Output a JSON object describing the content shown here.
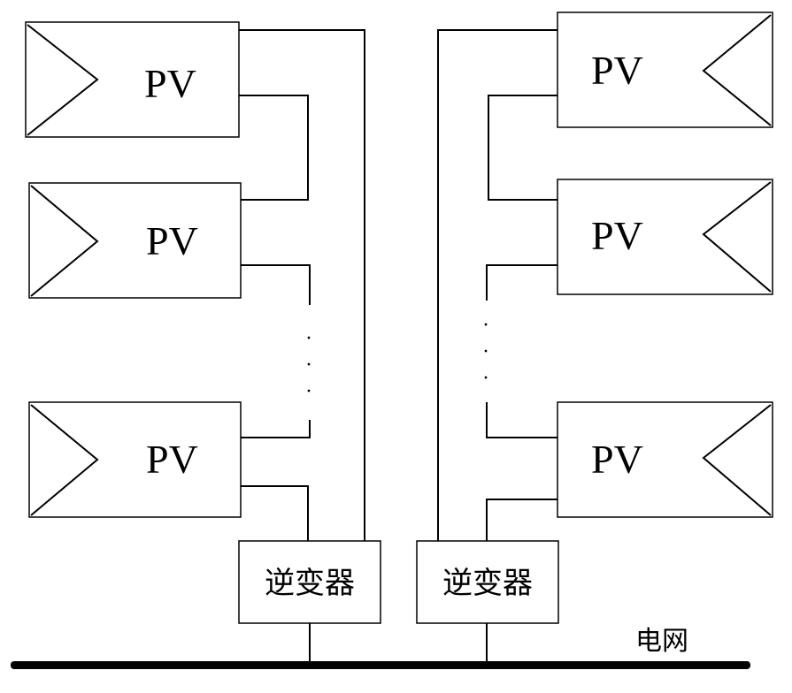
{
  "pv_label": "PV",
  "inverter_label": "逆变器",
  "grid_label": "电网",
  "left_string": {
    "panels": [
      {
        "label": "PV"
      },
      {
        "label": "PV"
      },
      {
        "label": "PV"
      }
    ],
    "ellipsis": "·"
  },
  "right_string": {
    "panels": [
      {
        "label": "PV"
      },
      {
        "label": "PV"
      },
      {
        "label": "PV"
      }
    ],
    "ellipsis": "·"
  },
  "colors": {
    "line": "#000000",
    "background": "#ffffff"
  }
}
